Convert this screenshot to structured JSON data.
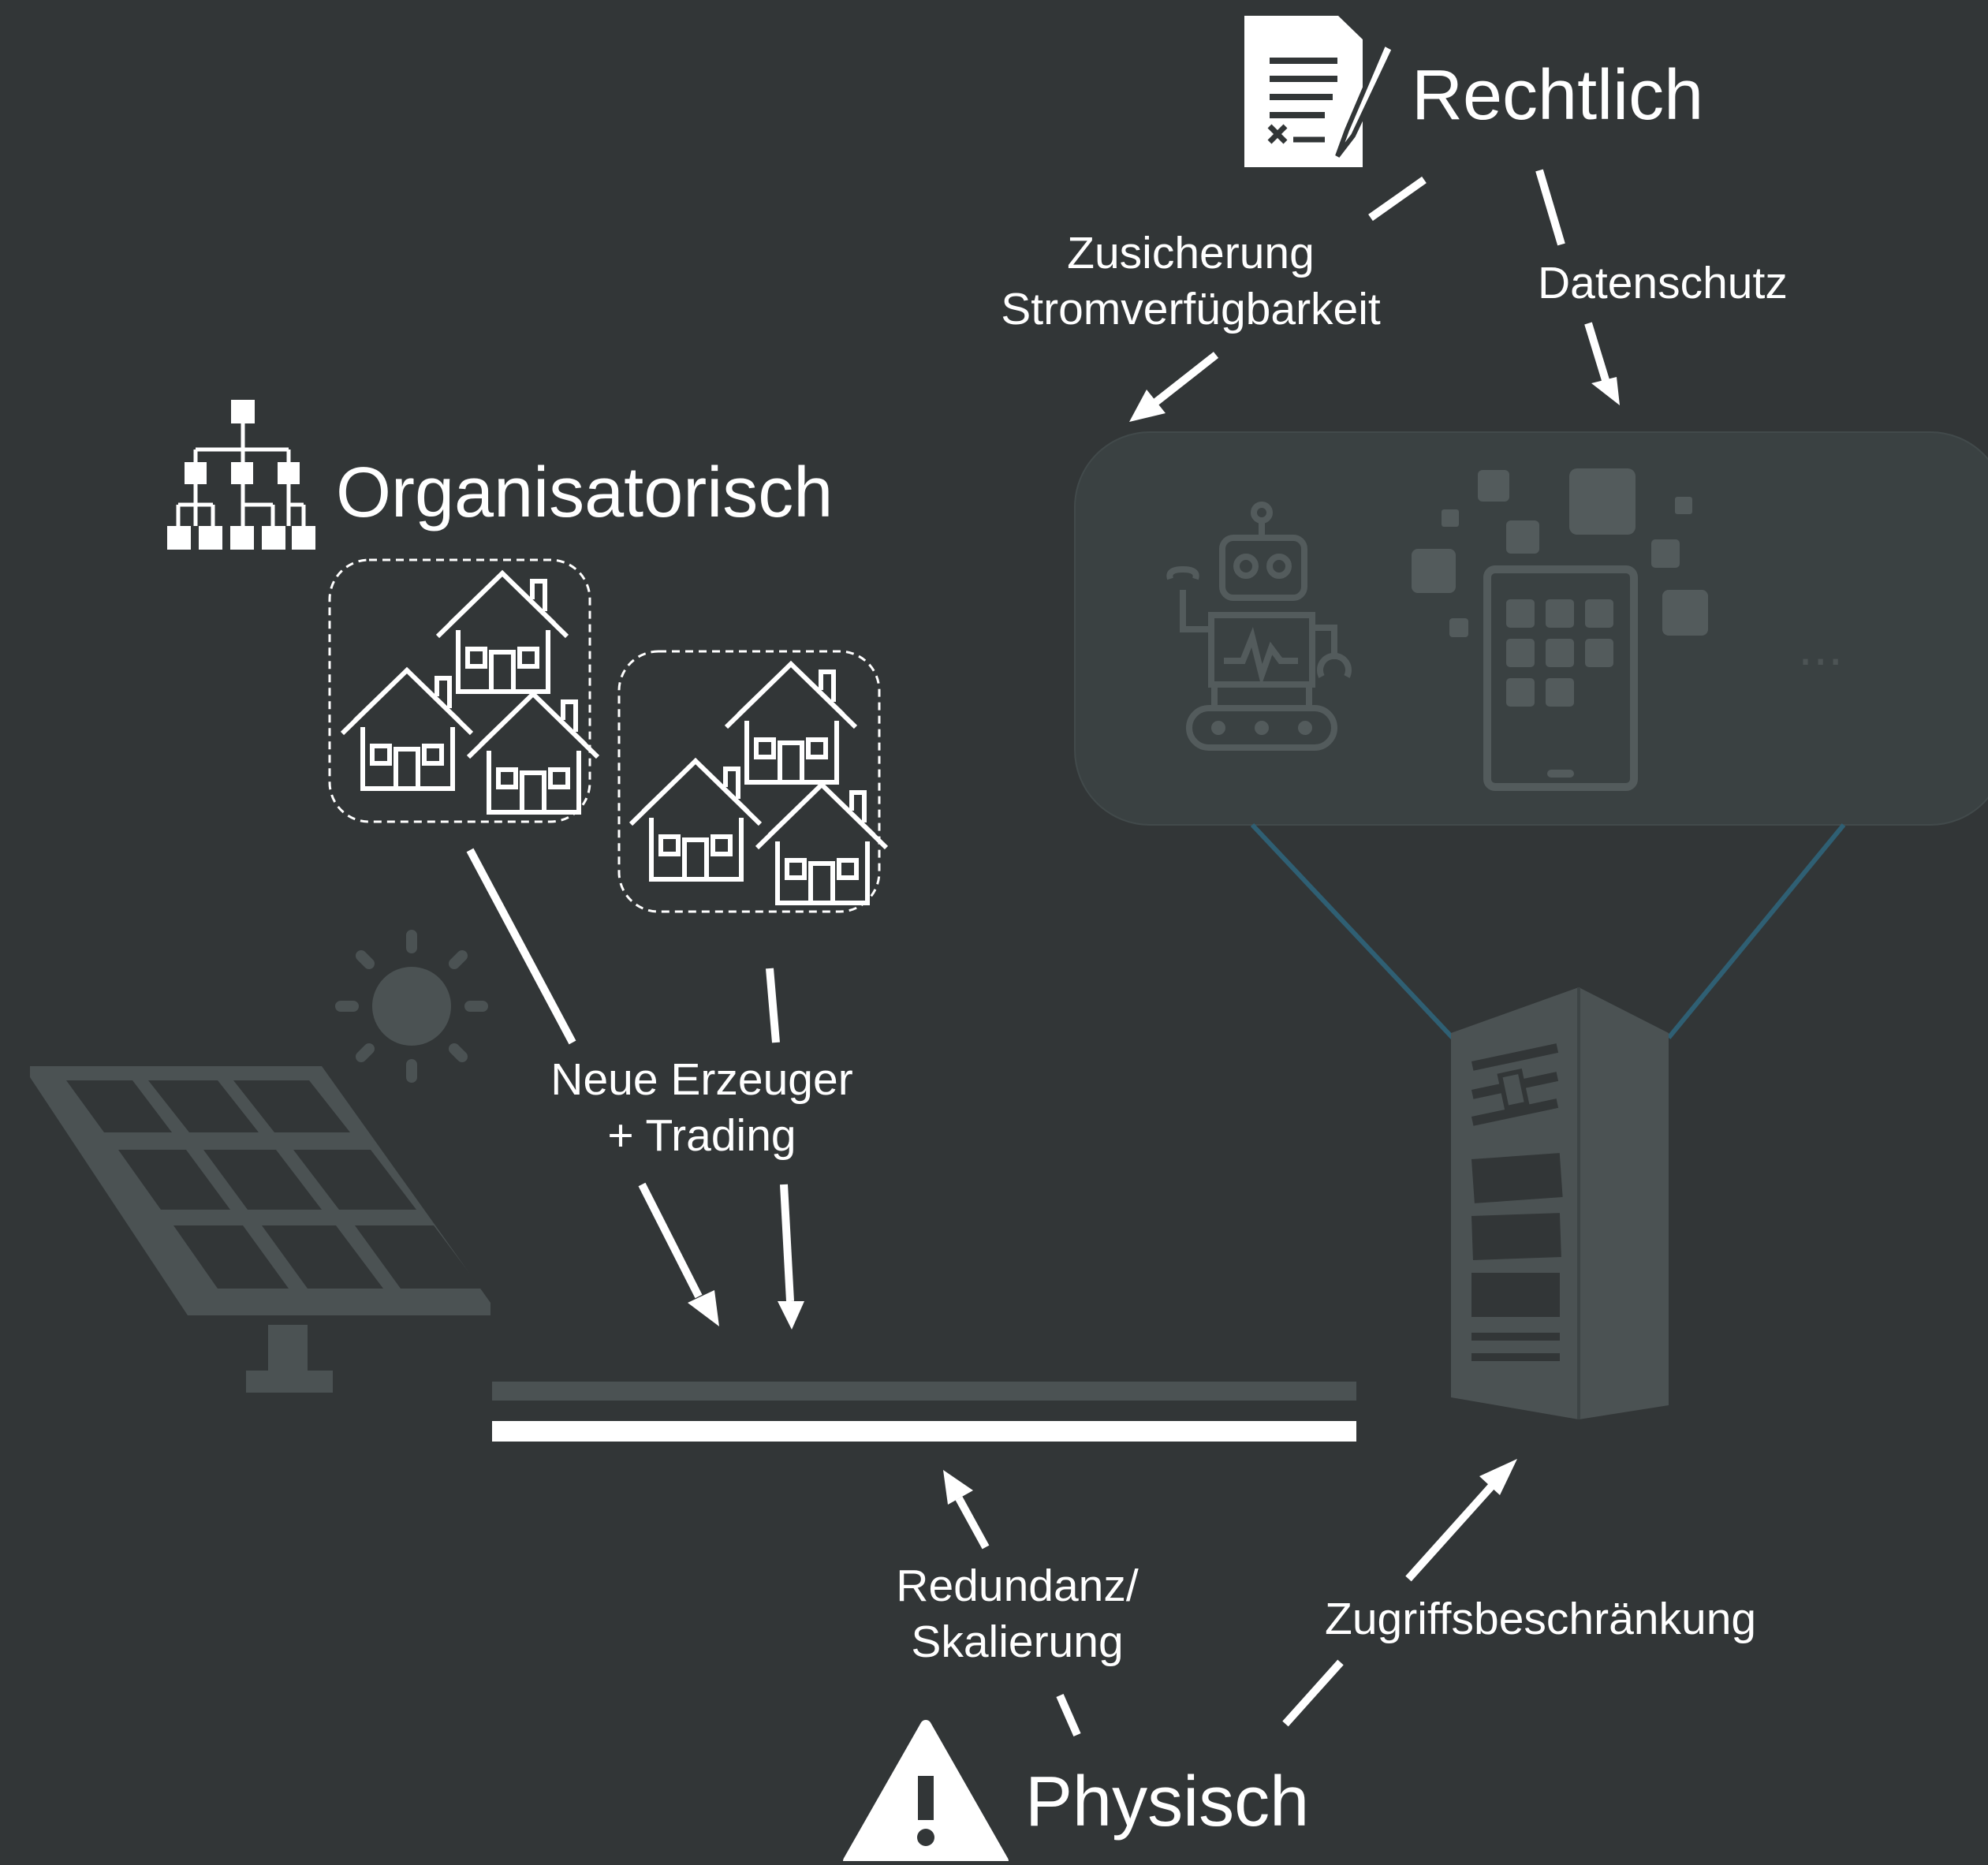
{
  "colors": {
    "background": "#323637",
    "foreground": "#ffffff",
    "muted": "#4b5253",
    "accent_line": "#2f5f73"
  },
  "categories": {
    "legal": "Rechtlich",
    "organizational": "Organisatorisch",
    "physical": "Physisch"
  },
  "relations": {
    "assurance": "Zusicherung\nStromverfügbarkeit",
    "privacy": "Datenschutz",
    "producers": "Neue Erzeuger\n+ Trading",
    "redundancy": "Redundanz/\nSkalierung",
    "access": "Zugriffsbeschränkung"
  },
  "devices_ellipsis": "...",
  "icons": [
    "contract-icon",
    "org-chart-icon",
    "house-group-icon",
    "sun-icon",
    "solar-panel-icon",
    "robot-icon",
    "tablet-icon",
    "server-icon",
    "warning-icon"
  ]
}
